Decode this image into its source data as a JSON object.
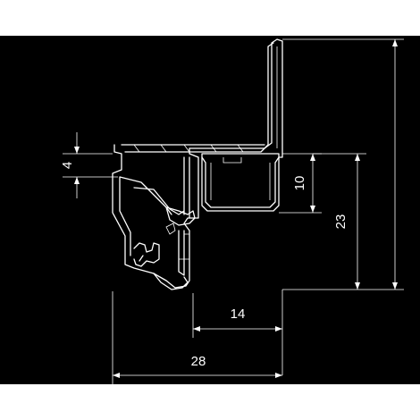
{
  "dimensions": {
    "height_small": "4",
    "height_gasket": "10",
    "height_total": "23",
    "width_inner": "14",
    "width_total": "28"
  }
}
